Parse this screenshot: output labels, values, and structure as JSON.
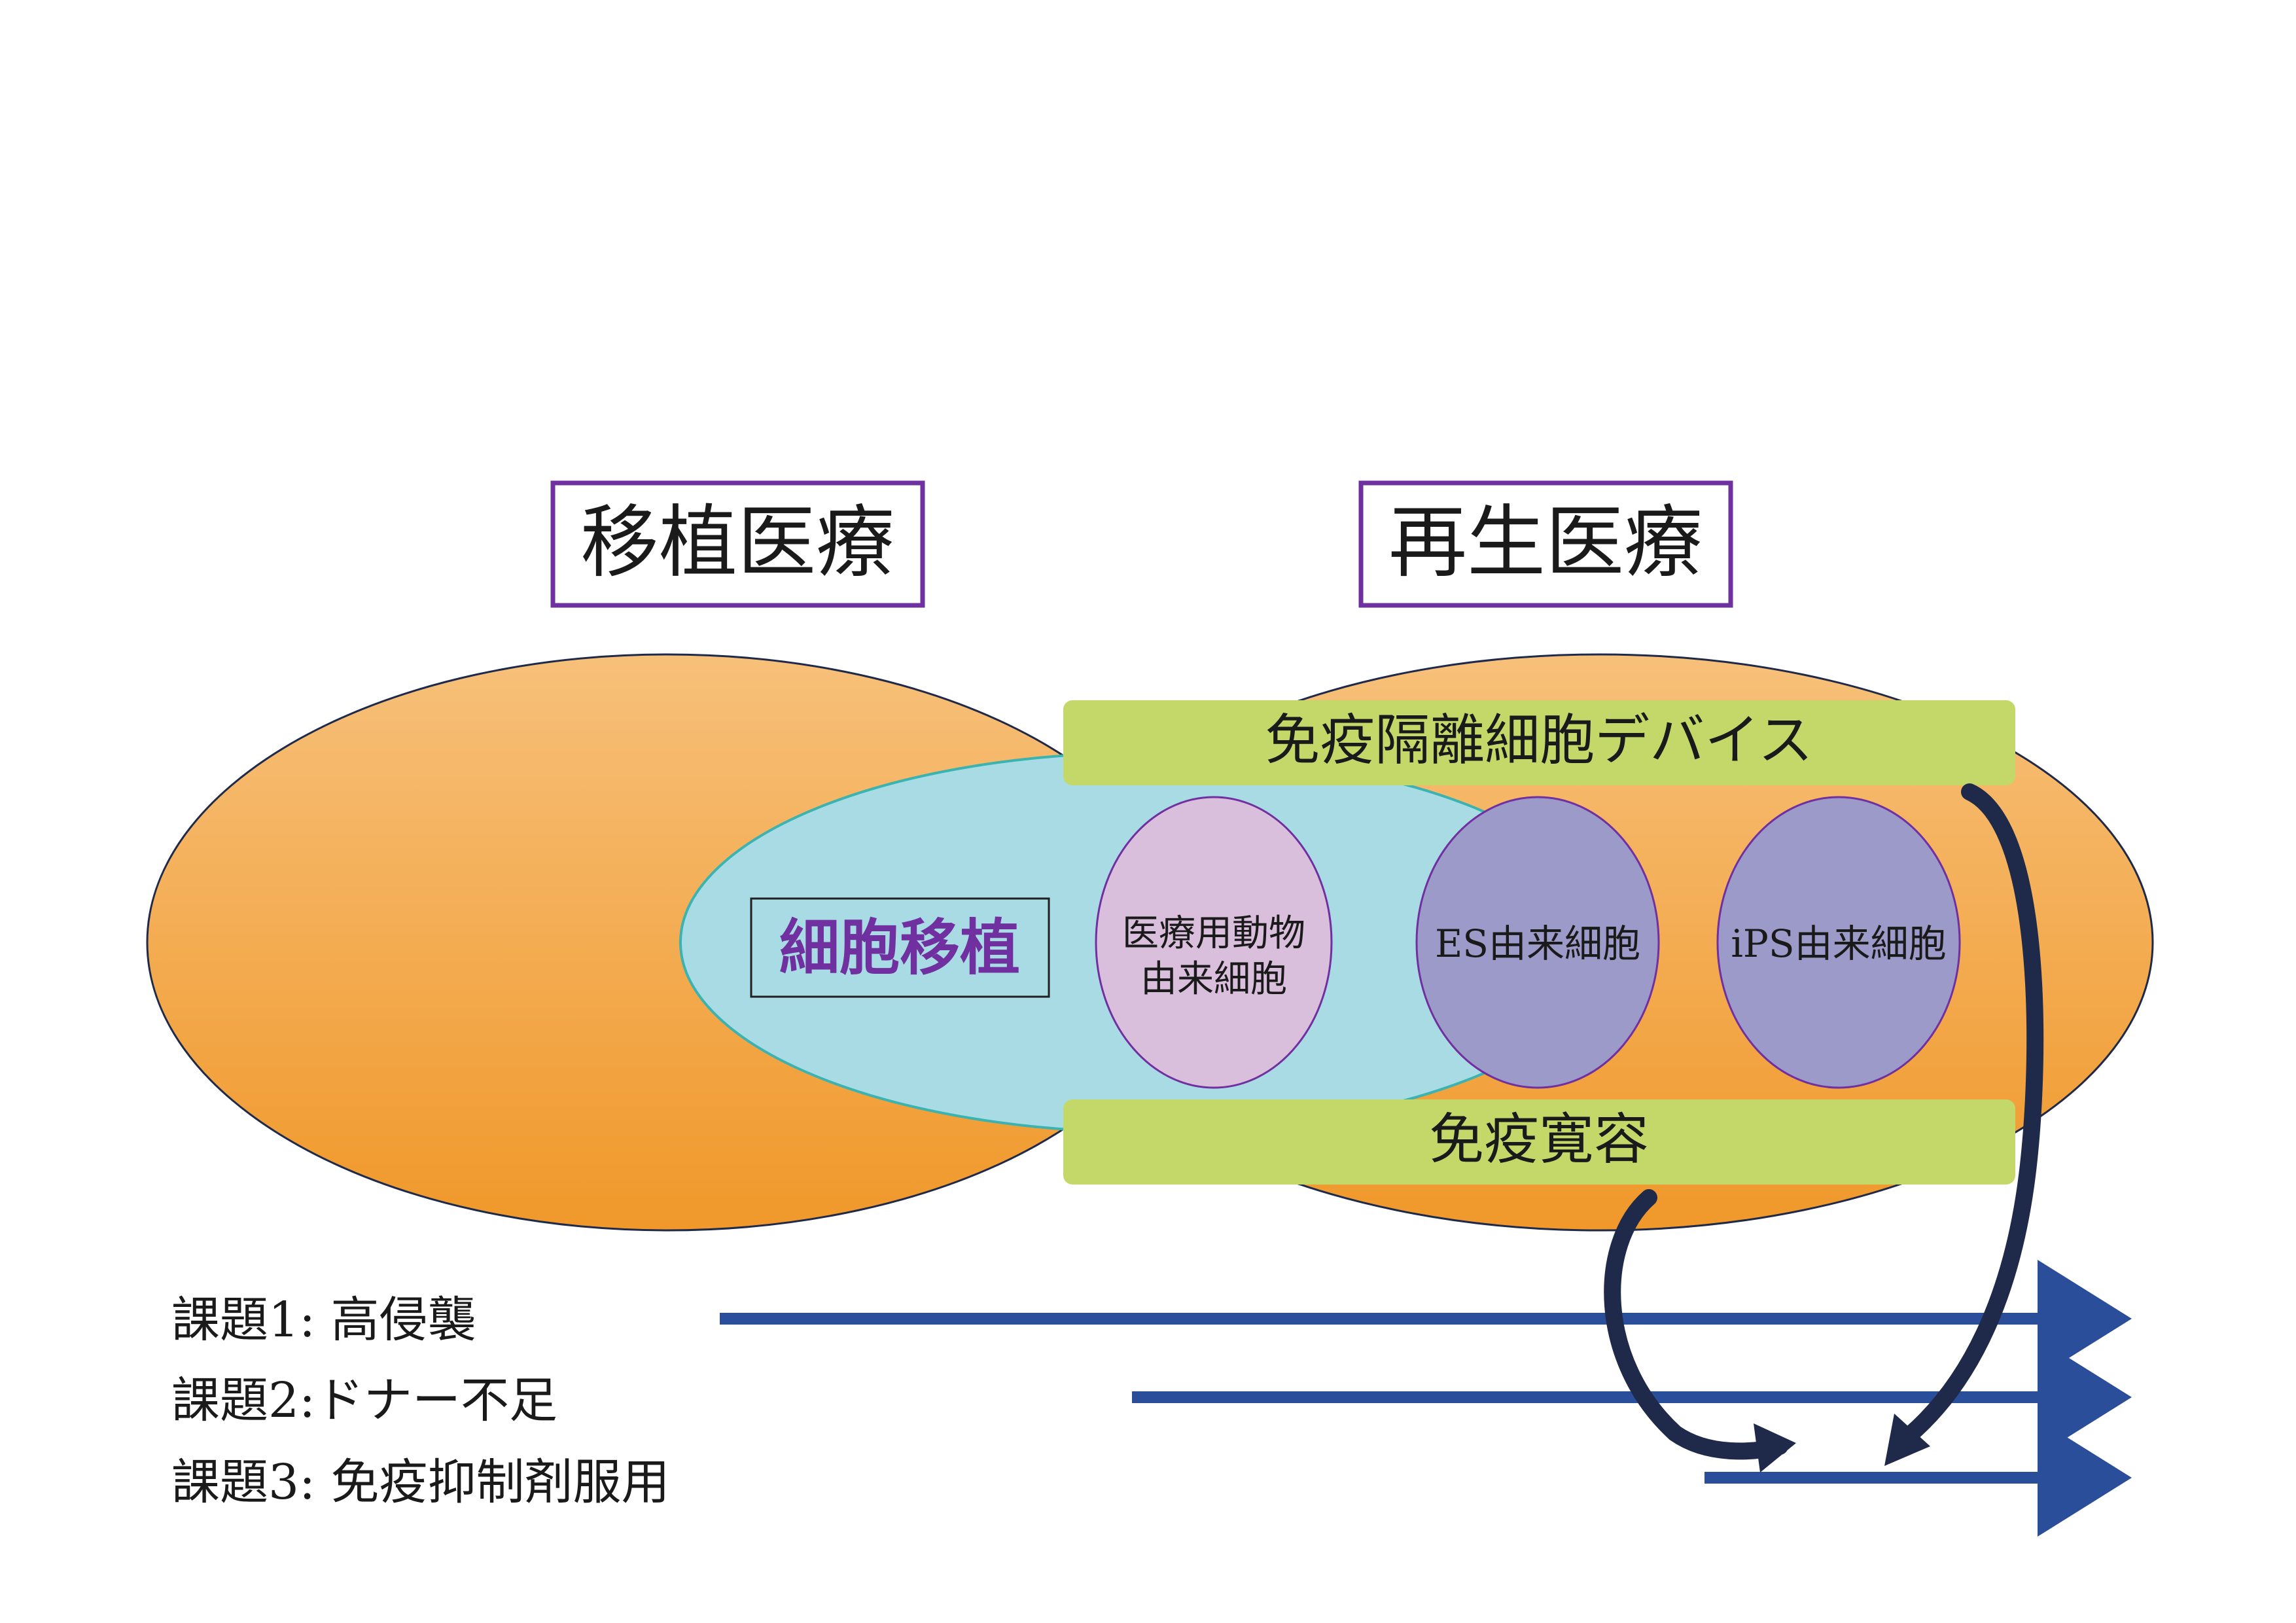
{
  "headers": {
    "transplant": "移植医療",
    "regenerative": "再生医療"
  },
  "cell_transplant_label": "細胞移植",
  "devices": {
    "immunoisolation": "免疫隔離細胞デバイス",
    "tolerance": "免疫寛容"
  },
  "cells": {
    "animal_line1": "医療用動物",
    "animal_line2": "由来細胞",
    "es": "ES由来細胞",
    "ips": "iPS由来細胞"
  },
  "issues": [
    {
      "label": "課題1: 高侵襲"
    },
    {
      "label": "課題2:ドナー不足"
    },
    {
      "label": "課題3: 免疫抑制剤服用"
    }
  ],
  "colors": {
    "orange_top": "#f7c07a",
    "orange_bottom": "#f0982a",
    "cyan": "#a9dbe5",
    "cyan_stroke": "#3bb3b0",
    "pink": "#d9bfdc",
    "lavender": "#9b9ac9",
    "purple_stroke": "#7030a0",
    "green": "#c4d86a",
    "navy_arrow": "#2b4e9a",
    "dark_curve": "#1f2a4a",
    "purple_text": "#7030a0"
  }
}
